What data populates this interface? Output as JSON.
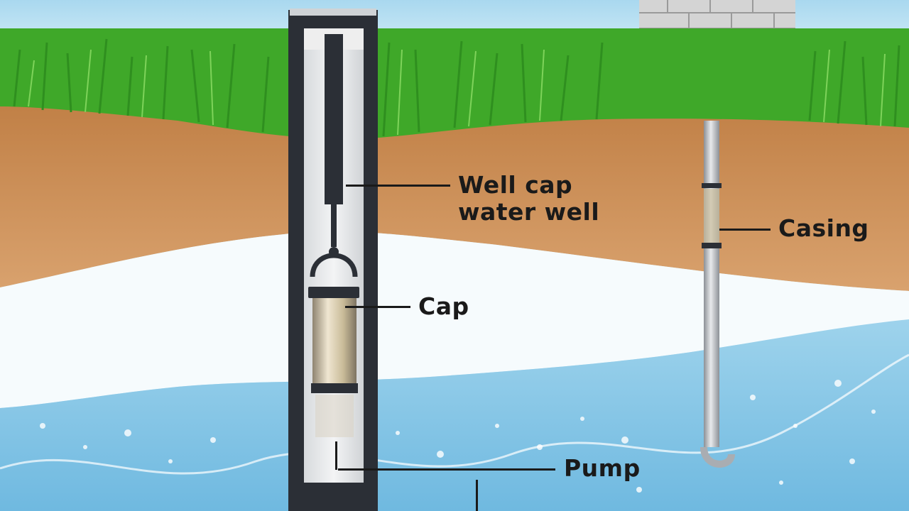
{
  "labels": {
    "well_cap_line1": "Well cap",
    "well_cap_line2": "water well",
    "casing": "Casing",
    "cap": "Cap",
    "pump": "Pump"
  },
  "colors": {
    "sky": "#bfe3f3",
    "grass": "#3fa829",
    "soil": "#c98e58",
    "water": "#8ccbe8",
    "foam": "#f6fbfd",
    "casing_dark": "#2b2f36",
    "pipe_metal": "#b9bdc2",
    "cap_body": "#cbbd9c",
    "brick": "#d9d9d9",
    "text": "#1a1a1a"
  }
}
